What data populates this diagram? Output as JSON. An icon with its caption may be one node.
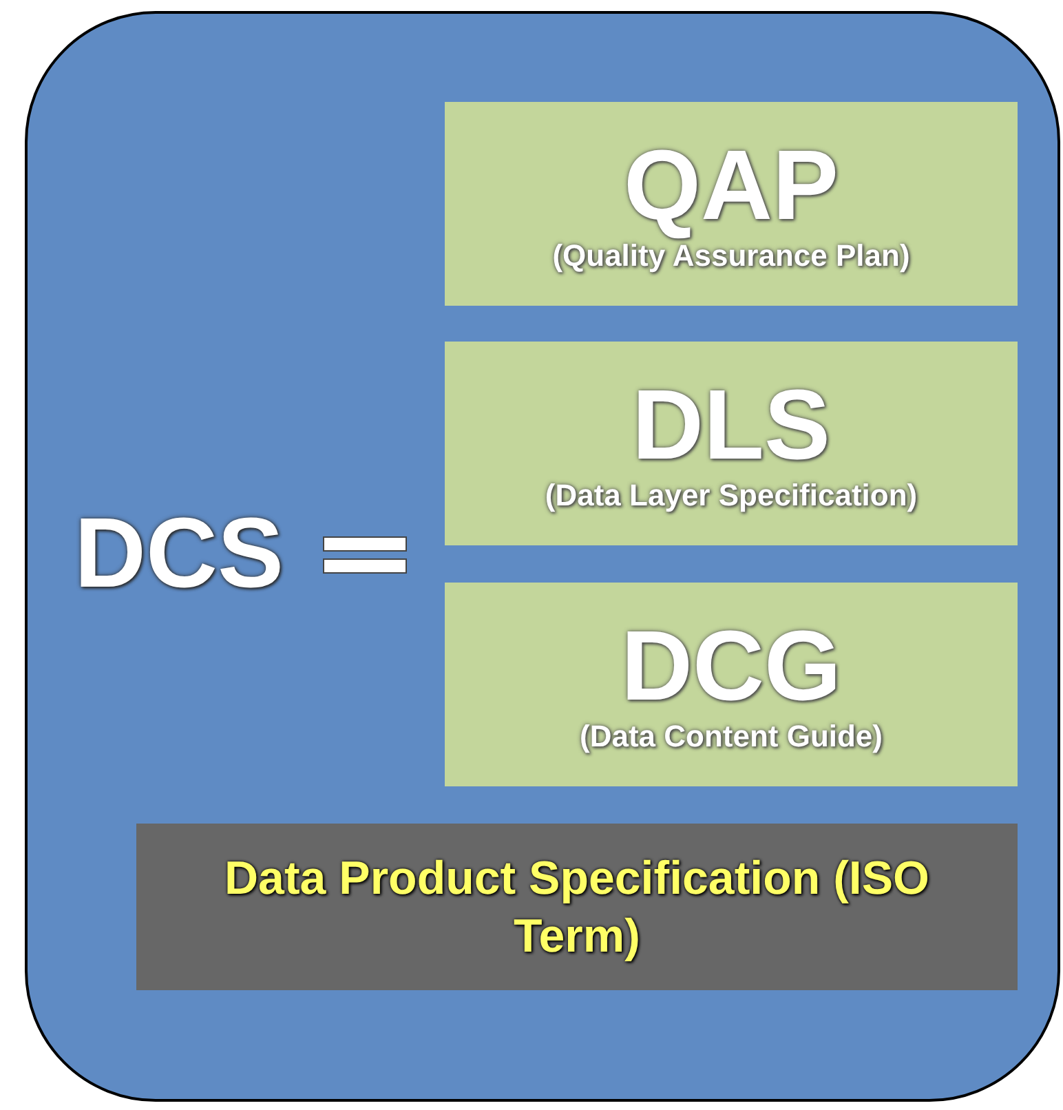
{
  "diagram": {
    "nodes": [
      {
        "text": [
          "DCS"
        ]
      },
      {
        "text": [
          "QAP",
          "(Quality Assurance Plan)"
        ],
        "in": 0
      },
      {
        "text": [
          "DLS",
          "(Data Layer Specification)"
        ],
        "in": 0
      },
      {
        "text": [
          "DCG",
          "(Data Content Guide)"
        ],
        "in": 0
      },
      {
        "text": [
          "Data Product Specification (ISO Term)"
        ],
        "in": 0
      }
    ],
    "edges": []
  }
}
